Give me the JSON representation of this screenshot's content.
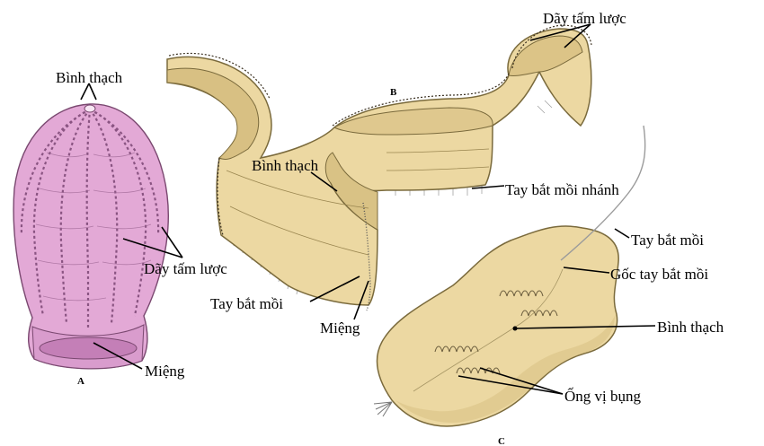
{
  "colors": {
    "specimen_a_fill": "#e3a9d6",
    "specimen_a_stroke": "#7a4870",
    "specimen_a_comb_rows": "#8a5482",
    "specimen_bc_fill": "#ecd8a2",
    "specimen_bc_stroke": "#7a6a3c",
    "specimen_bc_shadow": "#cbb577"
  },
  "panels": {
    "a": "A",
    "b": "B",
    "c": "C"
  },
  "labels": {
    "a_statocyst": "Bình thạch",
    "a_comb_rows": "Dãy tấm lược",
    "a_mouth": "Miệng",
    "b_comb_rows": "Dãy tấm lược",
    "b_statocyst": "Bình thạch",
    "b_branched_tentacle": "Tay bắt mồi nhánh",
    "b_tentacle": "Tay bắt mồi",
    "b_mouth": "Miệng",
    "c_tentacle": "Tay bắt mồi",
    "c_tentacle_base": "Gốc tay bắt mồi",
    "c_statocyst": "Bình thạch",
    "c_gastric_canals": "Ống vị bụng"
  }
}
